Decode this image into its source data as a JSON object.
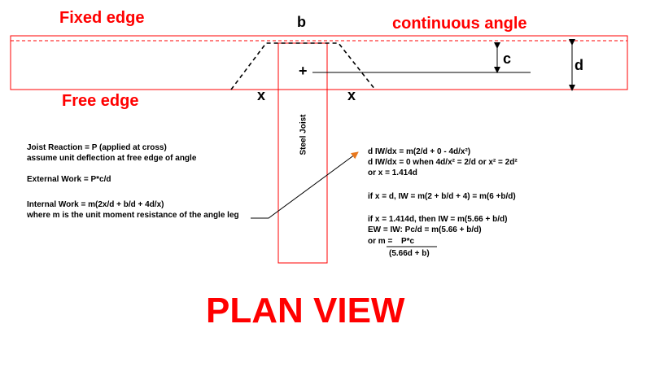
{
  "labels": {
    "fixed_edge": "Fixed edge",
    "free_edge": "Free edge",
    "continuous_angle": "continuous angle",
    "b": "b",
    "c": "c",
    "d": "d",
    "x_left": "x",
    "x_right": "x",
    "plus": "+",
    "steel_joist": "Steel Joist"
  },
  "notes": {
    "line1": "Joist Reaction = P (applied at cross)",
    "line2": "assume unit deflection at free edge of angle",
    "line3": "External Work = P*c/d",
    "line4": "Internal Work = m(2x/d + b/d + 4d/x)",
    "line5": "where m is the unit moment resistance of the angle leg"
  },
  "equations": {
    "eq1": "d IW/dx =  m(2/d + 0 - 4d/x²)",
    "eq2": "d IW/dx = 0 when 4d/x² = 2/d or x² = 2d²",
    "eq3": "or x =  1.414d",
    "eq4": "if x = d,  IW = m(2 + b/d + 4) = m(6 +b/d)",
    "eq5": "if x = 1.414d, then IW = m(5.66 + b/d)",
    "eq6": "EW = IW:  Pc/d = m(5.66 + b/d)",
    "eq7_prefix": "or m =",
    "eq7_num": "P*c",
    "eq7_den": "(5.66d + b)"
  },
  "title": "PLAN VIEW",
  "colors": {
    "red": "#ff0000",
    "black": "#000000",
    "orange": "#e8781e"
  }
}
